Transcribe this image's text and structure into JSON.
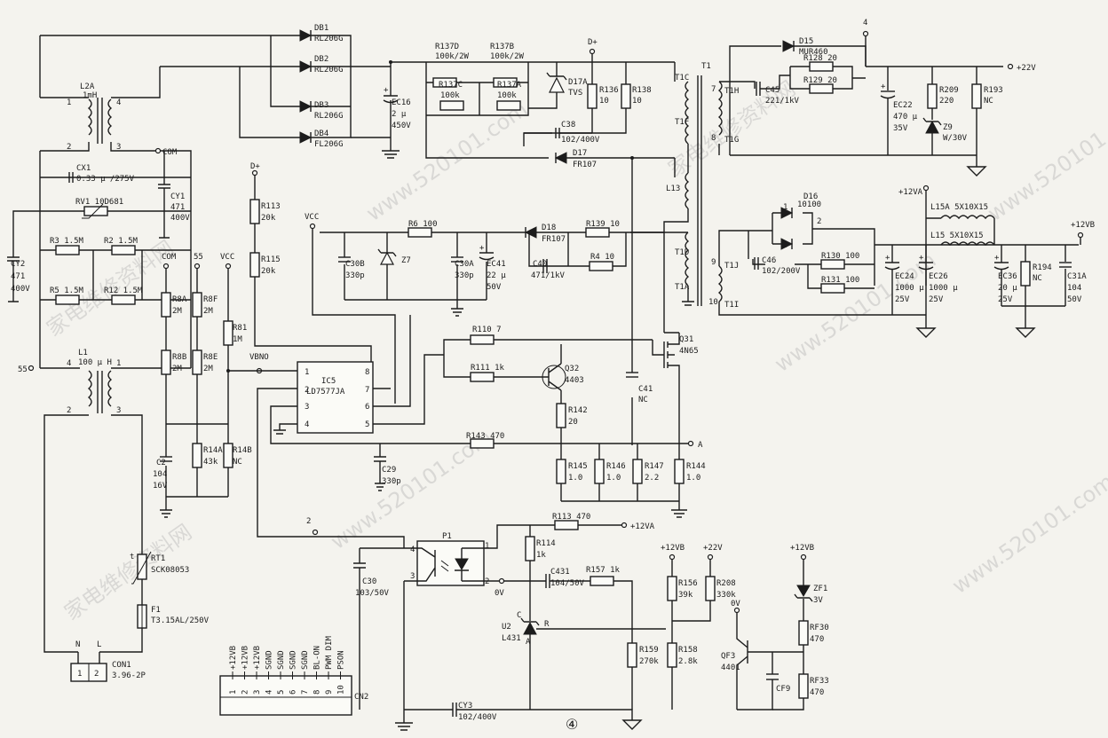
{
  "page_number": "④",
  "watermarks": [
    "家电维修资料网",
    "www.520101.com"
  ],
  "nets": [
    "+22V",
    "+12VA",
    "+12VB",
    "D+",
    "VCC",
    "VBNO",
    "COM",
    "55",
    "2",
    "4",
    "A",
    "0V"
  ],
  "parts": {
    "DB1": "DB1",
    "DB1v": "RL206G",
    "DB2": "DB2",
    "DB2v": "RL206G",
    "DB3": "DB3",
    "DB3v": "RL206G",
    "DB4": "DB4",
    "DB4v": "FL206G",
    "L2A": "L2A",
    "L2Av": "1mH",
    "CX1": "CX1",
    "CX1v": "0.33 μ /275V",
    "RV1": "RV1 10D681",
    "CY1": "CY1",
    "CY1a": "471",
    "CY1b": "400V",
    "CY2": "CY2",
    "CY2a": "471",
    "CY2b": "400V",
    "R3": "R3 1.5M",
    "R2": "R2 1.5M",
    "R5": "R5 1.5M",
    "R12": "R12 1.5M",
    "L1": "L1",
    "L1v": "100 μ H",
    "RT1": "RT1",
    "RT1v": "SCK08053",
    "F1": "F1",
    "F1v": "T3.15AL/250V",
    "CON1": "CON1",
    "CON1v": "3.96-2P",
    "EC16": "EC16",
    "EC16a": "2 μ",
    "EC16b": "450V",
    "R137D": "R137D",
    "R137Dv": "100k/2W",
    "R137B": "R137B",
    "R137Bv": "100k/2W",
    "R137C": "R137C",
    "R137Cv": "100k",
    "R137A": "R137A",
    "R137Av": "100k",
    "D17A": "D17A",
    "D17Av": "TVS",
    "R136": "R136",
    "R136v": "10",
    "R138": "R138",
    "R138v": "10",
    "C38": "C38",
    "C38v": "102/400V",
    "D17": "D17",
    "D17v": "FR107",
    "T1": "T1",
    "T1C": "T1C",
    "T1F": "T1F",
    "T1D": "T1D",
    "T1A": "T1A",
    "L13": "L13",
    "R113a": "R113",
    "R113av": "20k",
    "R115": "R115",
    "R115v": "20k",
    "R6": "R6 100",
    "C30B": "C30B",
    "C30Bv": "330p",
    "Z7": "Z7",
    "C30A": "C30A",
    "C30Av": "330p",
    "EC41": "EC41",
    "EC41a": "22 μ",
    "EC41b": "50V",
    "D18": "D18",
    "D18v": "FR107",
    "R139": "R139 10",
    "C40": "C40",
    "C40v": "471/1kV",
    "R4": "R4 10",
    "R8A": "R8A",
    "R8Av": "2M",
    "R8F": "R8F",
    "R8Fv": "2M",
    "R8B": "R8B",
    "R8Bv": "2M",
    "R8E": "R8E",
    "R8Ev": "2M",
    "R81": "R81",
    "R81v": "1M",
    "C2": "C2",
    "C2a": "104",
    "C2b": "16V",
    "R14A": "R14A",
    "R14Av": "43k",
    "R14B": "R14B",
    "R14Bv": "NC",
    "IC5": "IC5",
    "IC5v": "LD7577JA",
    "C29": "C29",
    "C29v": "330p",
    "R110": "R110 7",
    "R111": "R111 1k",
    "Q32": "Q32",
    "Q32v": "4403",
    "R142": "R142",
    "R142v": "20",
    "Q31": "Q31",
    "Q31v": "4N65",
    "C41": "C41",
    "C41v": "NC",
    "R143": "R143 470",
    "R145": "R145",
    "R145v": "1.0",
    "R146": "R146",
    "R146v": "1.0",
    "R147": "R147",
    "R147v": "2.2",
    "R144": "R144",
    "R144v": "1.0",
    "D15": "D15",
    "D15v": "MUR460",
    "R128": "R128 20",
    "R129": "R129 20",
    "C45": "C45",
    "C45v": "221/1kV",
    "T1H": "T1H",
    "T1G": "T1G",
    "EC22": "EC22",
    "EC22a": "470 μ",
    "EC22b": "35V",
    "R209": "R209",
    "R209v": "220",
    "Z9": "Z9",
    "Z9v": "W/30V",
    "R193": "R193",
    "R193v": "NC",
    "D16": "D16",
    "D16v": "10100",
    "C46": "C46",
    "C46v": "102/200V",
    "R130": "R130 100",
    "R131": "R131 100",
    "T1J": "T1J",
    "T1I": "T1I",
    "EC24": "EC24",
    "EC24a": "1000 μ",
    "EC24b": "25V",
    "EC26": "EC26",
    "EC26a": "1000 μ",
    "EC26b": "25V",
    "L15A": "L15A 5X10X15",
    "L15": "L15 5X10X15",
    "EC36": "EC36",
    "EC36a": "20 μ",
    "EC36b": "25V",
    "R194": "R194",
    "R194v": "NC",
    "C31A": "C31A",
    "C31Aa": "104",
    "C31Ab": "50V",
    "P1": "P1",
    "R113b": "R113 470",
    "R114": "R114",
    "R114v": "1k",
    "C431": "C431",
    "C431v": "104/50V",
    "R157": "R157 1k",
    "C30": "C30",
    "C30v": "103/50V",
    "U2": "U2",
    "U2v": "L431",
    "R159": "R159",
    "R159v": "270k",
    "R158": "R158",
    "R158v": "2.8k",
    "R156": "R156",
    "R156v": "39k",
    "R208": "R208",
    "R208v": "330k",
    "QF3": "QF3",
    "QF3v": "4401",
    "CF9": "CF9",
    "ZF1": "ZF1",
    "ZF1v": "3V",
    "RF30": "RF30",
    "RF30v": "470",
    "RF33": "RF33",
    "RF33v": "470",
    "CY3": "CY3",
    "CY3v": "102/400V",
    "CN2": "CN2"
  },
  "ic5_pins": [
    "1",
    "2",
    "3",
    "4",
    "8",
    "7",
    "6",
    "5"
  ],
  "cn2_pins": [
    "+12VB",
    "+12VB",
    "+12VB",
    "SGND",
    "SGND",
    "SGND",
    "SGND",
    "BL-ON",
    "PWM DIM",
    "PSON"
  ],
  "cn2_numbers": [
    "1",
    "2",
    "3",
    "4",
    "5",
    "6",
    "7",
    "8",
    "9",
    "10"
  ],
  "misc": {
    "n1": "1",
    "n2": "2",
    "n3": "3",
    "n4": "4",
    "t7": "7",
    "t8": "8",
    "t9": "9",
    "t10": "10",
    "N": "N",
    "L": "L",
    "t": "t",
    "C": "C",
    "R": "R",
    "Apin": "A",
    "con1": "1",
    "con2": "2"
  }
}
